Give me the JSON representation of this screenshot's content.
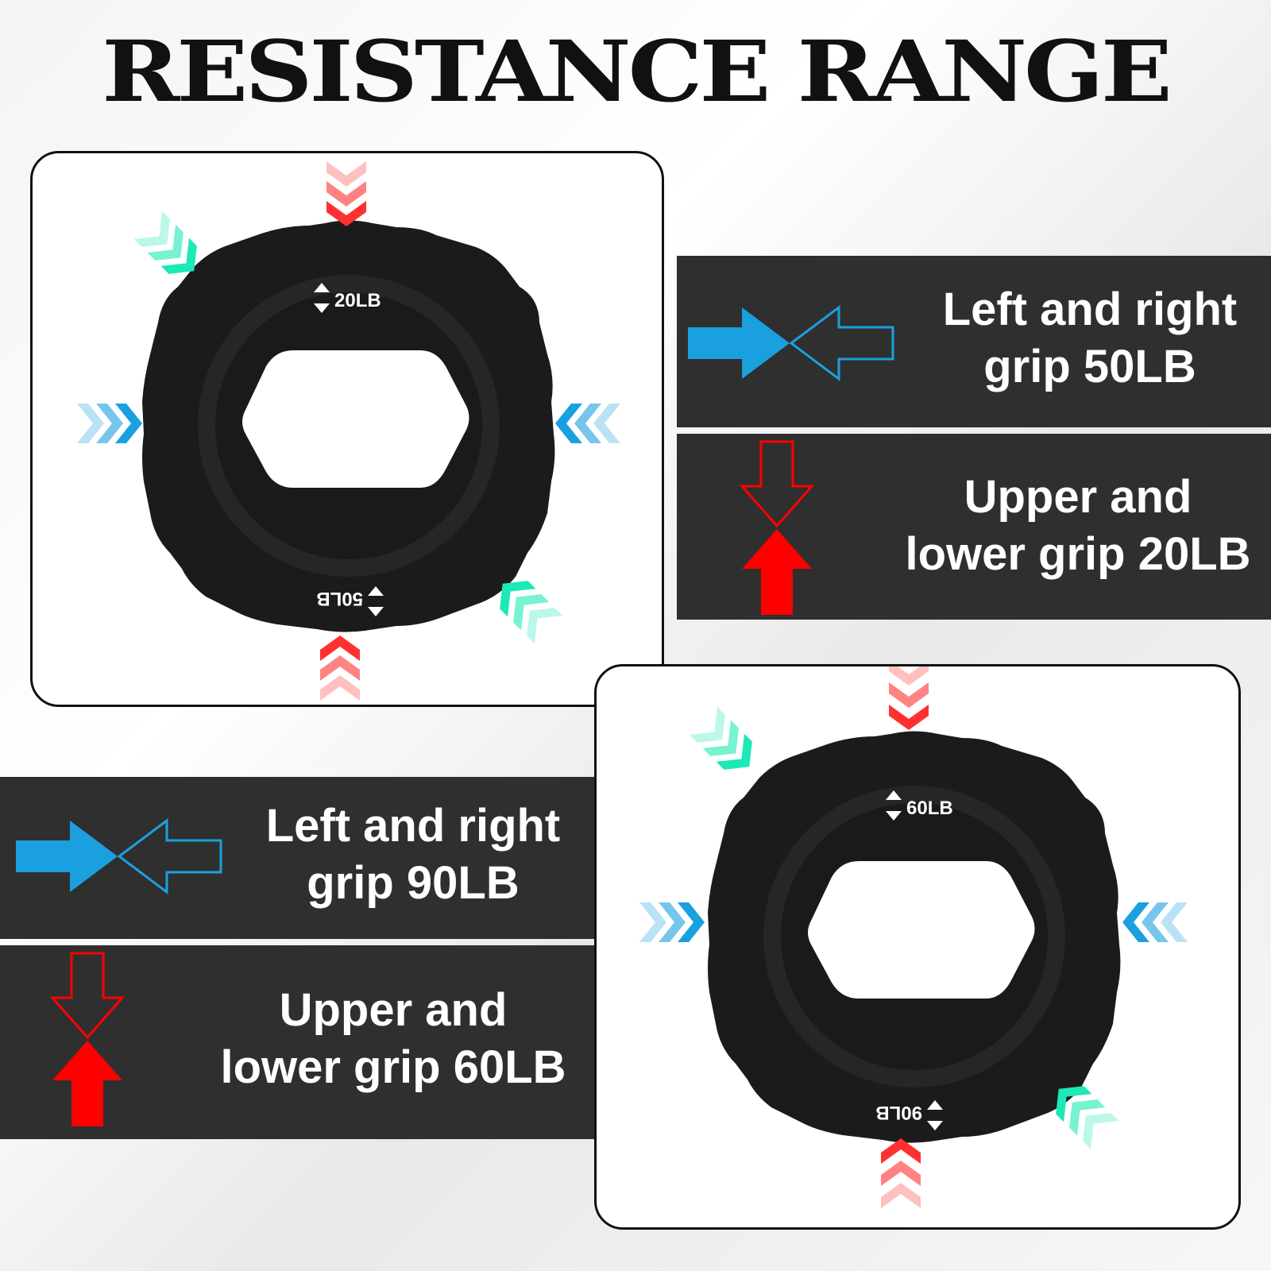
{
  "title": "RESISTANCE RANGE",
  "panel_top": {
    "label_top": "20LB",
    "label_bottom": "50LB"
  },
  "panel_bottom": {
    "label_top": "60LB",
    "label_bottom": "90LB"
  },
  "bands": [
    {
      "line1": "Left and right",
      "line2": "grip 50LB",
      "icon": "left-right-arrows-icon"
    },
    {
      "line1": "Upper and",
      "line2": "lower grip 20LB",
      "icon": "up-down-arrows-icon"
    },
    {
      "line1": "Left and right",
      "line2": "grip 90LB",
      "icon": "left-right-arrows-icon"
    },
    {
      "line1": "Upper and",
      "line2": "lower grip 60LB",
      "icon": "up-down-arrows-icon"
    }
  ],
  "colors": {
    "band": "#2f2f2f",
    "blue": "#1aa0df",
    "red": "#ff0000",
    "teal": "#1de9b6",
    "ring": "#1b1b1b"
  }
}
